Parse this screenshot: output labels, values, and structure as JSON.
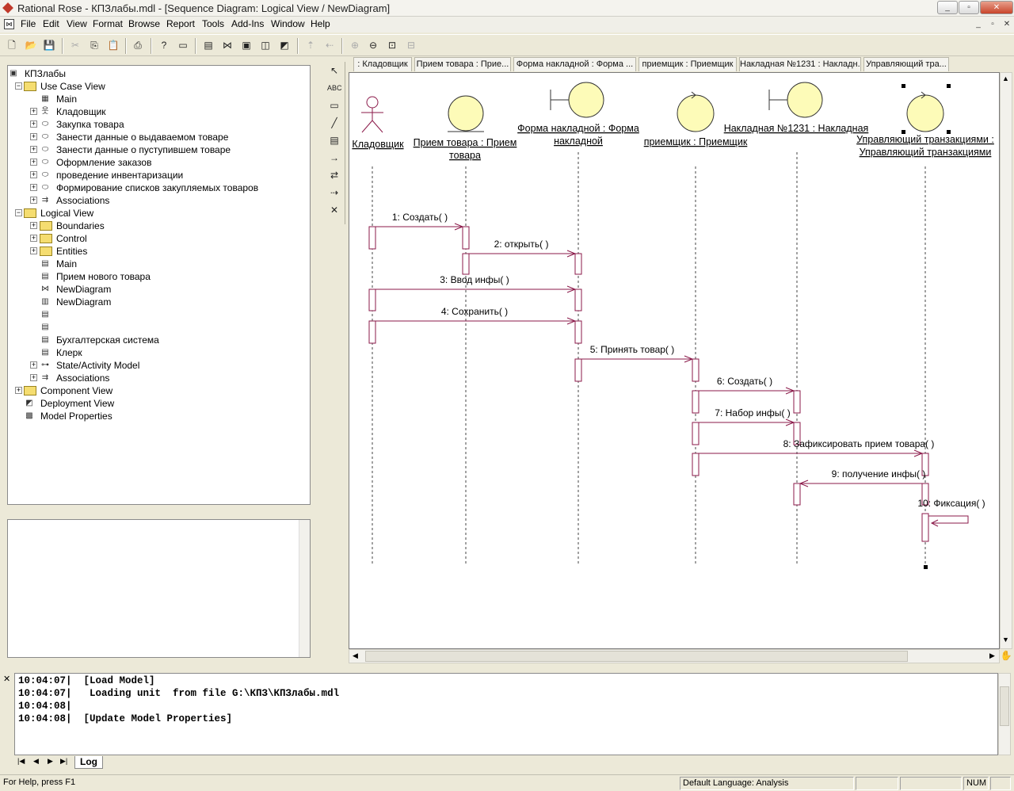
{
  "window": {
    "title": "Rational Rose - КПЗлабы.mdl - [Sequence Diagram: Logical View / NewDiagram]"
  },
  "menu": [
    {
      "label": "File"
    },
    {
      "label": "Edit"
    },
    {
      "label": "View"
    },
    {
      "label": "Format"
    },
    {
      "label": "Browse"
    },
    {
      "label": "Report"
    },
    {
      "label": "Tools"
    },
    {
      "label": "Add-Ins"
    },
    {
      "label": "Window"
    },
    {
      "label": "Help"
    }
  ],
  "tree": [
    {
      "label": "КПЗлабы",
      "icon": "model-icon",
      "level": 0,
      "exp": ""
    },
    {
      "label": "Use Case View",
      "icon": "folder-icon",
      "level": 1,
      "exp": "-"
    },
    {
      "label": "Main",
      "icon": "usecase-diagram-icon",
      "level": 2,
      "exp": ""
    },
    {
      "label": "Кладовщик",
      "icon": "actor-icon",
      "level": 2,
      "exp": "+"
    },
    {
      "label": "Закупка товара",
      "icon": "usecase-icon",
      "level": 2,
      "exp": "+"
    },
    {
      "label": "Занести данные о выдаваемом товаре",
      "icon": "usecase-icon",
      "level": 2,
      "exp": "+"
    },
    {
      "label": "Занести данные о пуступившем товаре",
      "icon": "usecase-icon",
      "level": 2,
      "exp": "+"
    },
    {
      "label": "Оформление заказов",
      "icon": "usecase-icon",
      "level": 2,
      "exp": "+"
    },
    {
      "label": "проведение инвентаризации",
      "icon": "usecase-icon",
      "level": 2,
      "exp": "+"
    },
    {
      "label": "Формирование списков закупляемых товаров",
      "icon": "usecase-icon",
      "level": 2,
      "exp": "+"
    },
    {
      "label": "Associations",
      "icon": "associations-icon",
      "level": 2,
      "exp": "+"
    },
    {
      "label": "Logical View",
      "icon": "folder-icon",
      "level": 1,
      "exp": "-"
    },
    {
      "label": "Boundaries",
      "icon": "folder-icon",
      "level": 2,
      "exp": "+"
    },
    {
      "label": "Control",
      "icon": "folder-icon",
      "level": 2,
      "exp": "+"
    },
    {
      "label": "Entities",
      "icon": "folder-icon",
      "level": 2,
      "exp": "+"
    },
    {
      "label": "Main",
      "icon": "class-diagram-icon",
      "level": 2,
      "exp": ""
    },
    {
      "label": "Прием нового товара",
      "icon": "class-diagram-icon",
      "level": 2,
      "exp": ""
    },
    {
      "label": "NewDiagram",
      "icon": "sequence-diagram-icon",
      "level": 2,
      "exp": ""
    },
    {
      "label": "NewDiagram",
      "icon": "collaboration-diagram-icon",
      "level": 2,
      "exp": ""
    },
    {
      "label": "",
      "icon": "class-icon",
      "level": 2,
      "exp": ""
    },
    {
      "label": "",
      "icon": "class-icon",
      "level": 2,
      "exp": ""
    },
    {
      "label": "Бухгалтерская система",
      "icon": "class-icon",
      "level": 2,
      "exp": ""
    },
    {
      "label": "Клерк",
      "icon": "class-icon",
      "level": 2,
      "exp": ""
    },
    {
      "label": "State/Activity Model",
      "icon": "state-model-icon",
      "level": 2,
      "exp": "+"
    },
    {
      "label": "Associations",
      "icon": "associations-icon",
      "level": 2,
      "exp": "+"
    },
    {
      "label": "Component View",
      "icon": "folder-icon",
      "level": 1,
      "exp": "+"
    },
    {
      "label": "Deployment View",
      "icon": "deployment-icon",
      "level": 1,
      "exp": ""
    },
    {
      "label": "Model Properties",
      "icon": "properties-icon",
      "level": 1,
      "exp": ""
    }
  ],
  "tabs": [
    {
      "label": ": Кладовщик"
    },
    {
      "label": "Прием товара : Прие..."
    },
    {
      "label": "Форма накладной : Форма ..."
    },
    {
      "label": "приемщик : Приемщик"
    },
    {
      "label": "Накладная №1231 : Накладн..."
    },
    {
      "label": "Управляющий тра..."
    }
  ],
  "diagram": {
    "objects": [
      {
        "name": "actor-object",
        "kind": "actor",
        "label1": "Кладовщик",
        "label2": ""
      },
      {
        "name": "entity-prijem-object",
        "kind": "entity",
        "label1": "Прием товара : Прием",
        "label2": "товара"
      },
      {
        "name": "boundary-forma-object",
        "kind": "boundary",
        "label1": "Форма накладной : Форма",
        "label2": "накладной"
      },
      {
        "name": "control-priemshchik-object",
        "kind": "control",
        "label1": "приемщик : Приемщик",
        "label2": ""
      },
      {
        "name": "boundary-nakladnaya-object",
        "kind": "boundary",
        "label1": "Накладная №1231 : Накладная",
        "label2": ""
      },
      {
        "name": "control-upravl-object",
        "kind": "control",
        "label1": "Управляющий транзакциями :",
        "label2": "Управляющий транзакциями"
      }
    ],
    "messages": [
      {
        "label": "1: Создать( )",
        "from": 0,
        "to": 1
      },
      {
        "label": "2: открыть( )",
        "from": 1,
        "to": 2
      },
      {
        "label": "3: Ввод инфы( )",
        "from": 0,
        "to": 2
      },
      {
        "label": "4: Сохранить( )",
        "from": 0,
        "to": 2
      },
      {
        "label": "5: Принять товар( )",
        "from": 2,
        "to": 3
      },
      {
        "label": "6: Создать( )",
        "from": 3,
        "to": 4
      },
      {
        "label": "7: Набор инфы( )",
        "from": 3,
        "to": 4
      },
      {
        "label": "8: Зафиксировать прием товара( )",
        "from": 3,
        "to": 5
      },
      {
        "label": "9: получение инфы( )",
        "from": 5,
        "to": 4
      },
      {
        "label": "10: Фиксация( )",
        "from": 5,
        "to": 5
      }
    ]
  },
  "log": {
    "lines": [
      {
        "text": "10:04:07|  [Load Model]"
      },
      {
        "text": "10:04:07|   Loading unit  from file G:\\КПЗ\\КПЗлабы.mdl"
      },
      {
        "text": "10:04:08|"
      },
      {
        "text": "10:04:08|  [Update Model Properties]"
      }
    ],
    "tab": "Log"
  },
  "status": {
    "help": "For Help, press F1",
    "language": "Default Language: Analysis",
    "num": "NUM"
  }
}
